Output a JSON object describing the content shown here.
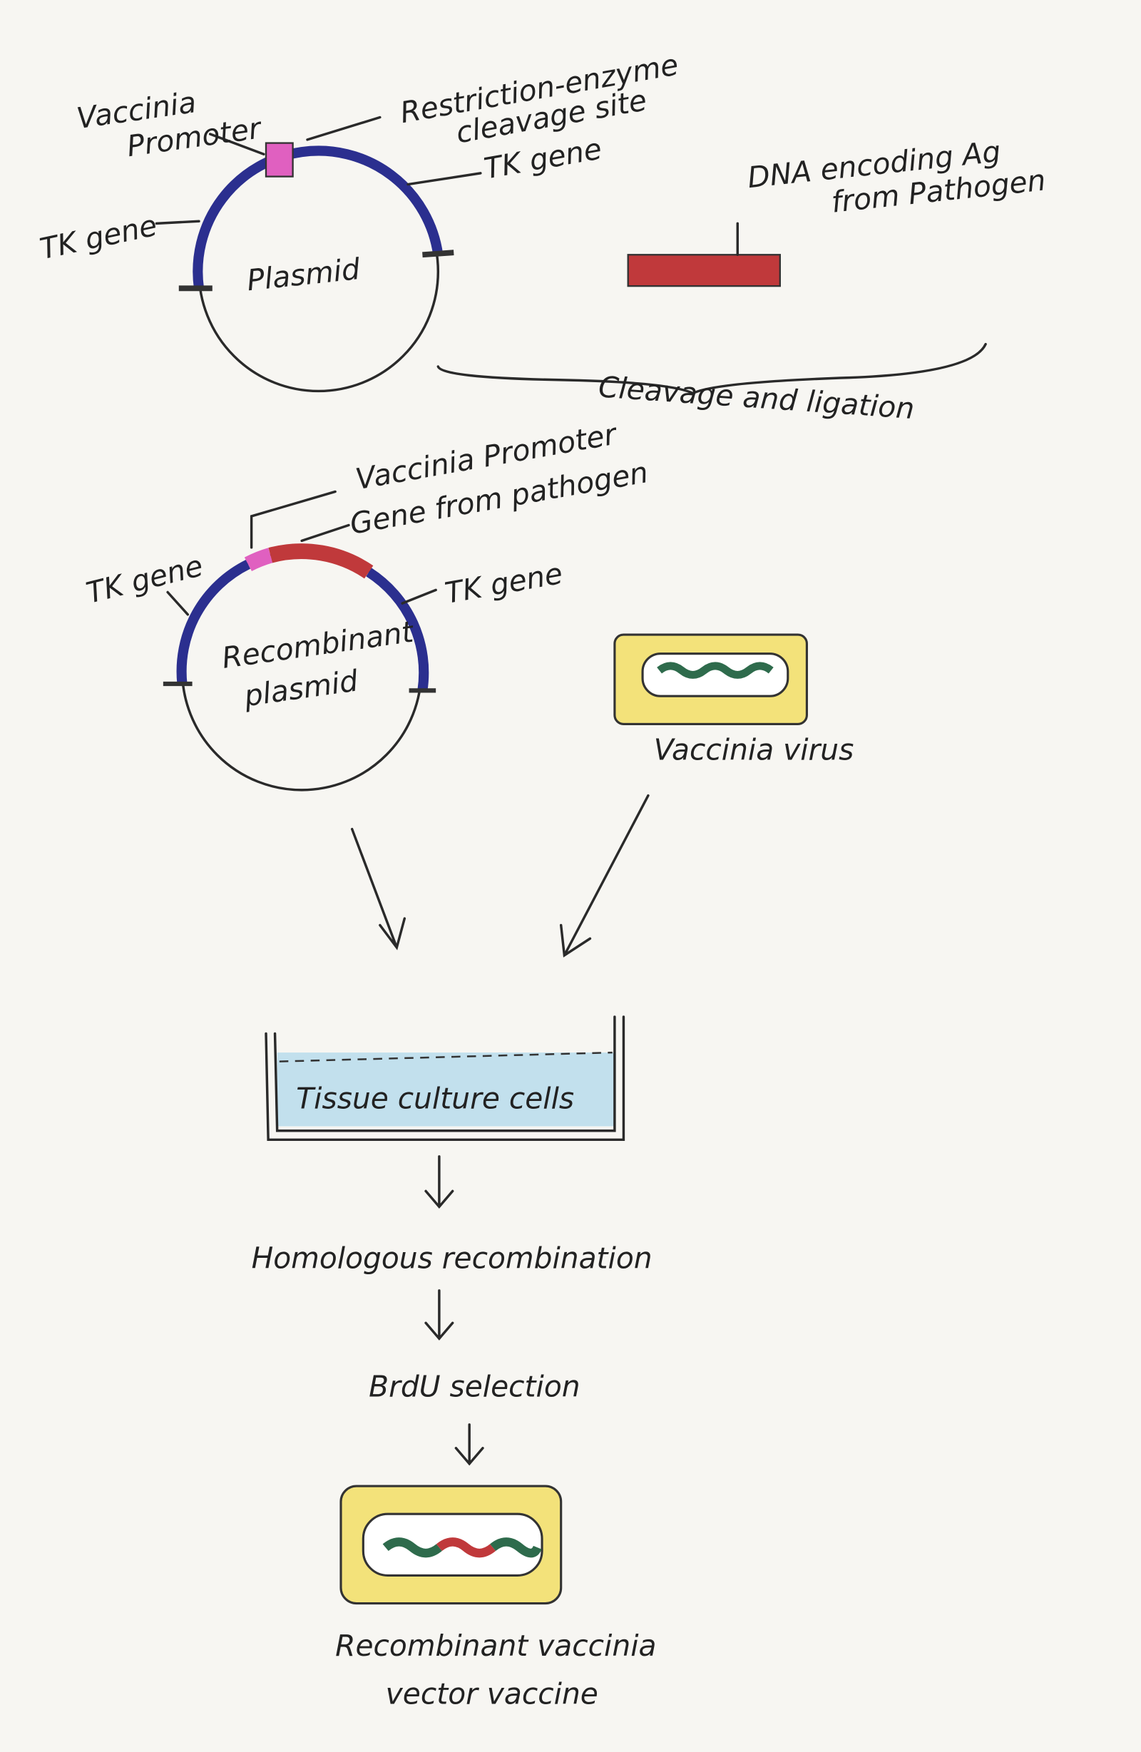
{
  "plasmid": {
    "promoter_line1": "Vaccinia",
    "promoter_line2": "Promoter",
    "site_line1": "Restriction-enzyme",
    "site_line2": "cleavage site",
    "tk_right": "TK gene",
    "tk_left": "TK gene",
    "label": "Plasmid"
  },
  "antigen_dna": {
    "line1": "DNA encoding Ag",
    "line2": "from Pathogen"
  },
  "step_cleavage": "Cleavage and ligation",
  "recombinant_plasmid": {
    "promoter": "Vaccinia Promoter",
    "gene": "Gene from pathogen",
    "tk_left": "TK gene",
    "tk_right": "TK gene",
    "label_line1": "Recombinant",
    "label_line2": "plasmid"
  },
  "virus_label": "Vaccinia virus",
  "dish_label": "Tissue culture cells",
  "step_recombination": "Homologous recombination",
  "step_selection": "BrdU selection",
  "result": {
    "line1": "Recombinant vaccinia",
    "line2": "vector vaccine"
  },
  "colors": {
    "tk_gene": "#2b2f8f",
    "promoter": "#e060c0",
    "pathogen_gene": "#c0393b",
    "virus_capsule": "#f3e27a",
    "viral_dna": "#2e6b4c",
    "culture_medium": "#b9dcec"
  }
}
